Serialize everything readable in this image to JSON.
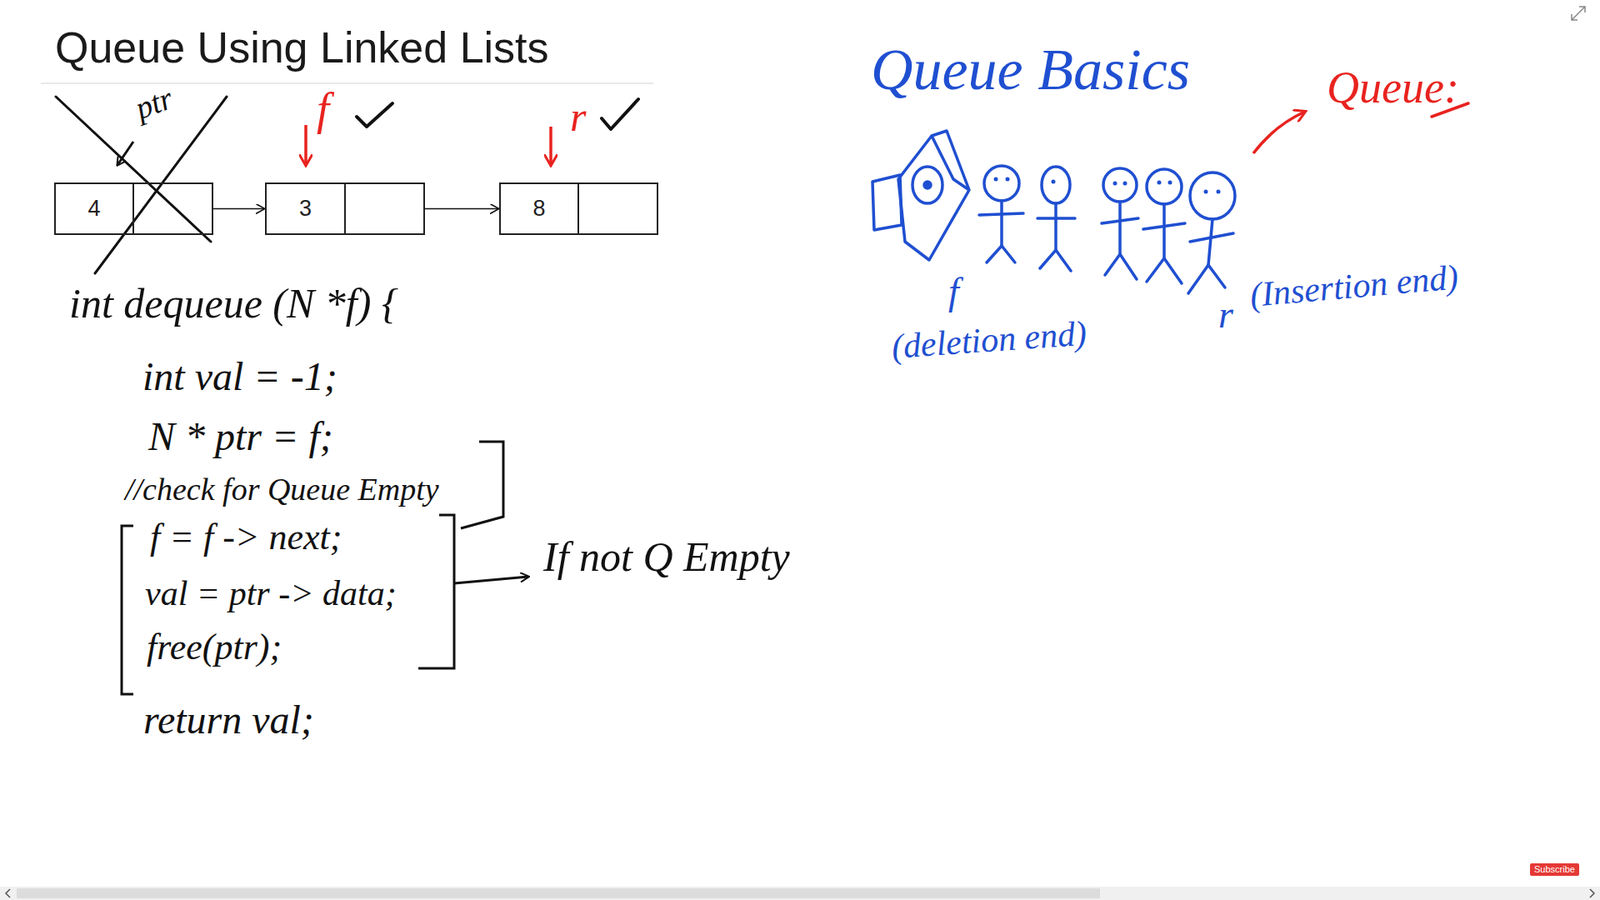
{
  "diagram": {
    "title": "Queue Using Linked Lists",
    "nodes": [
      {
        "text": [
          "4"
        ]
      },
      {
        "text": [
          "3"
        ]
      },
      {
        "text": [
          "8"
        ]
      }
    ],
    "edges": [
      {
        "from": 0,
        "to": 1,
        "arrow": "to"
      },
      {
        "from": 1,
        "to": 2,
        "arrow": "to"
      }
    ],
    "labels": [
      "ptr",
      "f",
      "r",
      "int dequeue (N *f) {",
      "int val = -1;",
      "N * ptr = f;",
      "//check for Queue Empty",
      "f = f -> next;",
      "val = ptr -> data;",
      "free(ptr);",
      "If not Q Empty",
      "return val;",
      "Queue Basics",
      "Queue:",
      "f",
      "(deletion end)",
      "r",
      "(Insertion end)",
      "Subscribe"
    ]
  }
}
